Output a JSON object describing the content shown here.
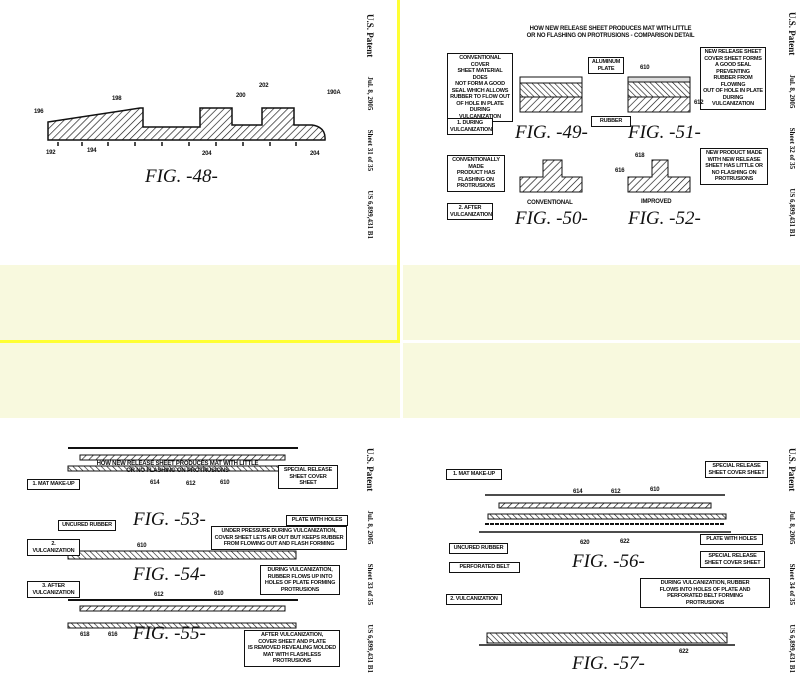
{
  "side_header": {
    "patent": "U.S. Patent",
    "date": "Jul. 8, 2005",
    "number": "US 6,899,431 B1"
  },
  "sheets": [
    "Sheet 31 of 35",
    "Sheet 32 of 35",
    "Sheet 33 of 35",
    "Sheet 34 of 35"
  ],
  "pages": [
    {
      "fig": "FIG.  -48-",
      "refs": [
        "196",
        "198",
        "200",
        "202",
        "190A",
        "192",
        "194",
        "204",
        "204"
      ]
    },
    {
      "title": "HOW NEW RELEASE SHEET PRODUCES MAT WITH LITTLE\nOR NO FLASHING ON PROTRUSIONS - COMPARISON DETAIL",
      "callout_conv": "CONVENTIONAL COVER\nSHEET MATERIAL DOES\nNOT FORM A GOOD\nSEAL WHICH ALLOWS\nRUBBER TO FLOW OUT\nOF HOLE IN PLATE\nDURING VULCANIZATION",
      "aluminum": "ALUMINUM\nPLATE",
      "rubber": "RUBBER",
      "callout_new": "NEW RELEASE SHEET\nCOVER SHEET FORMS\nA GOOD SEAL PREVENTING\nRUBBER FROM FLOWING\nOUT OF HOLE IN PLATE\nDURING VULCANIZATION",
      "step1": "1. DURING\nVULCANIZATION",
      "step2": "2. AFTER\nVULCANIZATION",
      "callout_flash": "CONVENTIONALLY MADE\nPRODUCT HAS\nFLASHING ON\nPROTRUSIONS",
      "callout_improved": "NEW PRODUCT MADE\nWITH NEW RELEASE\nSHEET HAS LITTLE OR\nNO FLASHING ON\nPROTRUSIONS",
      "conventional": "CONVENTIONAL",
      "improved": "IMPROVED",
      "figs": [
        "FIG.  -49-",
        "FIG.  -51-",
        "FIG.  -50-",
        "FIG.  -52-"
      ],
      "refs": [
        "610",
        "612",
        "618",
        "616"
      ]
    },
    {
      "title": "HOW NEW RELEASE SHEET PRODUCES MAT WITH LITTLE\nOR NO FLASHING ON PROTRUSIONS",
      "step1": "1. MAT MAKE-UP",
      "step2": "2. VULCANIZATION",
      "step3": "3. AFTER\nVULCANIZATION",
      "special": "SPECIAL RELEASE\nSHEET COVER SHEET",
      "uncured": "UNCURED RUBBER",
      "plate": "PLATE WITH HOLES",
      "pressure": "UNDER PRESSURE DURING VULCANIZATION,\nCOVER SHEET LETS AIR OUT BUT KEEPS RUBBER\nFROM FLOWING OUT AND FLASH FORMING",
      "during": "DURING VULCANIZATION,\nRUBBER FLOWS UP INTO\nHOLES OF PLATE FORMING\nPROTRUSIONS",
      "after": "AFTER VULCANIZATION,\nCOVER SHEET AND PLATE\nIS REMOVED REVEALING MOLDED\nMAT WITH FLASHLESS\nPROTRUSIONS",
      "figs": [
        "FIG.  -53-",
        "FIG.  -54-",
        "FIG.  -55-"
      ],
      "refs": [
        "614",
        "612",
        "610",
        "610",
        "612",
        "610",
        "618",
        "616"
      ]
    },
    {
      "step1": "1. MAT MAKE-UP",
      "step2": "2. VULCANIZATION",
      "special": "SPECIAL RELEASE\nSHEET COVER SHEET",
      "plate": "PLATE WITH HOLES",
      "uncured": "UNCURED RUBBER",
      "belt": "PERFORATED BELT",
      "during": "DURING VULCANIZATION, RUBBER\nFLOWS INTO HOLES OF PLATE AND\nPERFORATED BELT FORMING\nPROTRUSIONS",
      "figs": [
        "FIG.  -56-",
        "FIG.  -57-"
      ],
      "refs": [
        "614",
        "612",
        "610",
        "620",
        "622",
        "622"
      ]
    }
  ]
}
